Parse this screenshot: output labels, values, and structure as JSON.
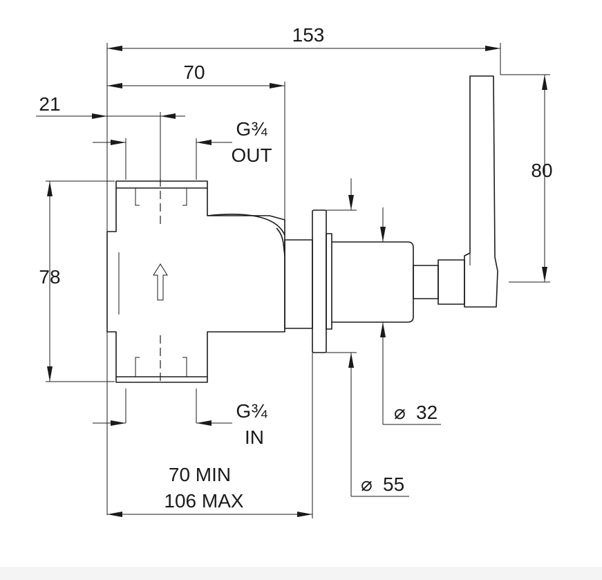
{
  "dimensions": {
    "overall_length": "153",
    "body_width": "70",
    "offset": "21",
    "outlet_label_line1": "G¾",
    "outlet_label_line2": "OUT",
    "inlet_label_line1": "G¾",
    "inlet_label_line2": "IN",
    "body_height": "78",
    "handle_height": "80",
    "min_depth": "70 MIN",
    "max_depth": "106 MAX",
    "dia_32_symbol": "⌀",
    "dia_32_value": "32",
    "dia_55_symbol": "⌀",
    "dia_55_value": "55"
  }
}
